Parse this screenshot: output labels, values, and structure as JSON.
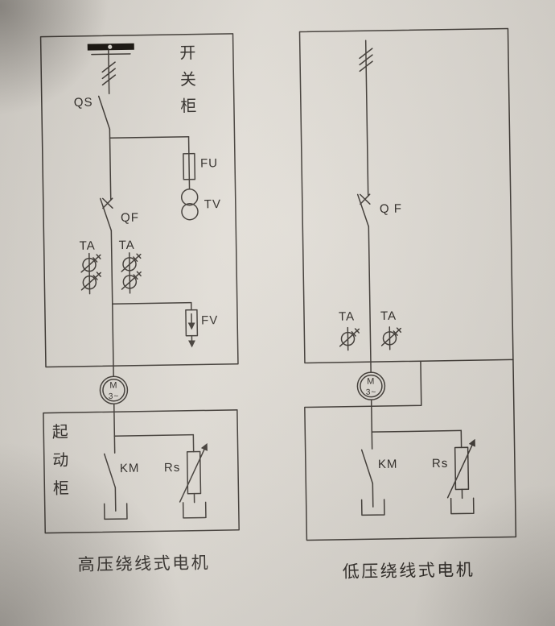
{
  "colors": {
    "paper": "#d9d5ce",
    "ink": "#3f3a35"
  },
  "left": {
    "cabinet_label": "开关柜",
    "starter_label": "起动柜",
    "qs": "QS",
    "fu": "FU",
    "tv": "TV",
    "qf": "QF",
    "ta1": "TA",
    "ta2": "TA",
    "fv": "FV",
    "motor": "M",
    "phase": "3~",
    "km": "KM",
    "rs": "Rs",
    "caption": "高压绕线式电机"
  },
  "right": {
    "qf": "Q F",
    "ta1": "TA",
    "ta2": "TA",
    "motor": "M",
    "phase": "3~",
    "km": "KM",
    "rs": "Rs",
    "caption": "低压绕线式电机"
  }
}
